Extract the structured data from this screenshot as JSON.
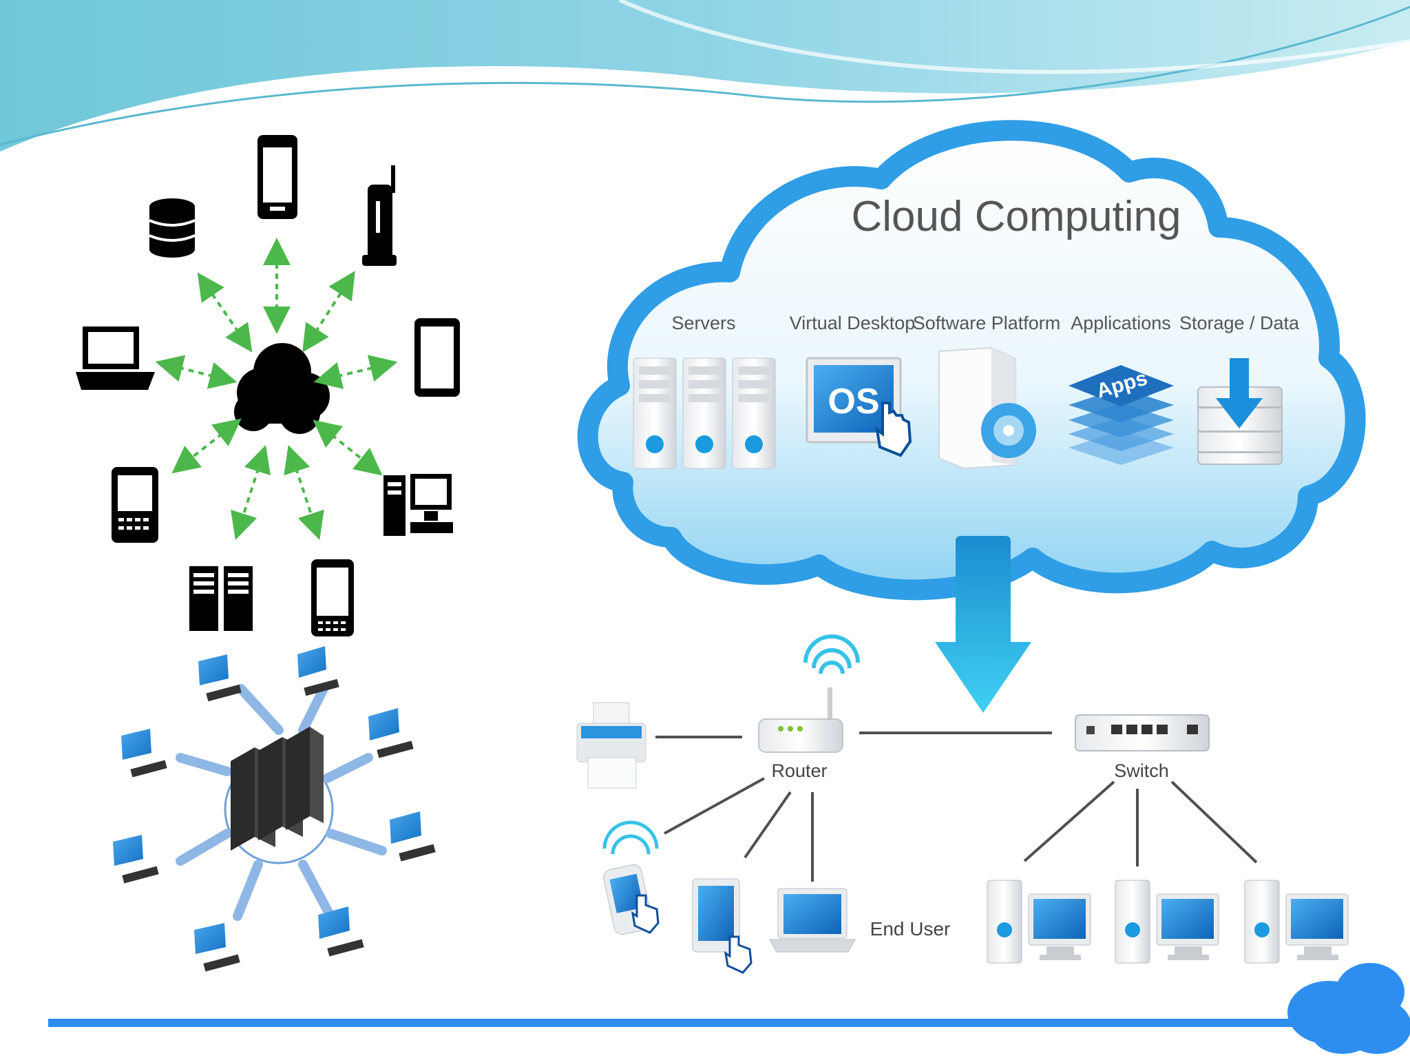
{
  "cloud": {
    "title": "Cloud Computing",
    "services": [
      {
        "label": "Servers",
        "icon": "server-tower-icon"
      },
      {
        "label": "Virtual Desktop",
        "icon": "virtual-desktop-os-icon",
        "screen_text": "OS"
      },
      {
        "label": "Software Platform",
        "icon": "software-box-disc-icon"
      },
      {
        "label": "Applications",
        "icon": "apps-stack-icon",
        "badge_text": "Apps"
      },
      {
        "label": "Storage / Data",
        "icon": "storage-database-icon"
      }
    ]
  },
  "network": {
    "router_label": "Router",
    "switch_label": "Switch",
    "end_user_label": "End User"
  },
  "colors": {
    "cloud_blue": "#2f9ee6",
    "cloud_fill": "#e8f6fd",
    "arrow_blue": "#1aa7e0",
    "connector_green": "#4cb84c",
    "bottom_rule": "#2e8ef0",
    "header_wave": "#6cc6dc"
  }
}
